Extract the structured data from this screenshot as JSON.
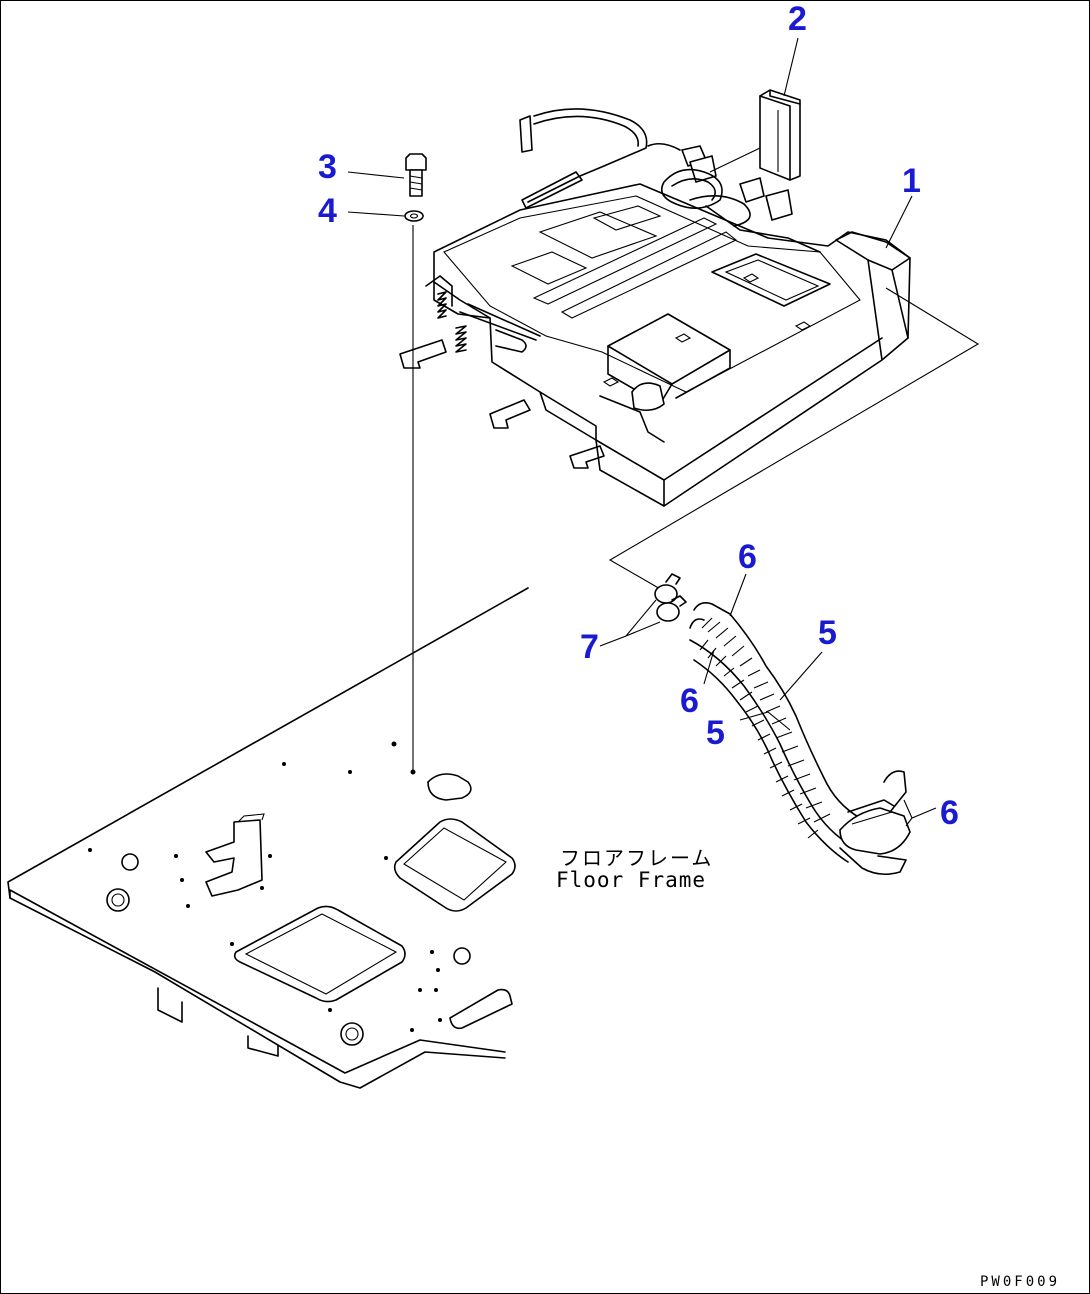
{
  "callouts": {
    "c1": "1",
    "c2": "2",
    "c3": "3",
    "c4": "4",
    "c5a": "5",
    "c5b": "5",
    "c6a": "6",
    "c6b": "6",
    "c6c": "6",
    "c7": "7"
  },
  "labels": {
    "floor_frame_jp": "フロアフレーム",
    "floor_frame_en": "Floor Frame",
    "drawing_code": "PW0F009"
  },
  "colors": {
    "callout": "#1a1ad0",
    "line": "#000000",
    "background": "#ffffff"
  }
}
